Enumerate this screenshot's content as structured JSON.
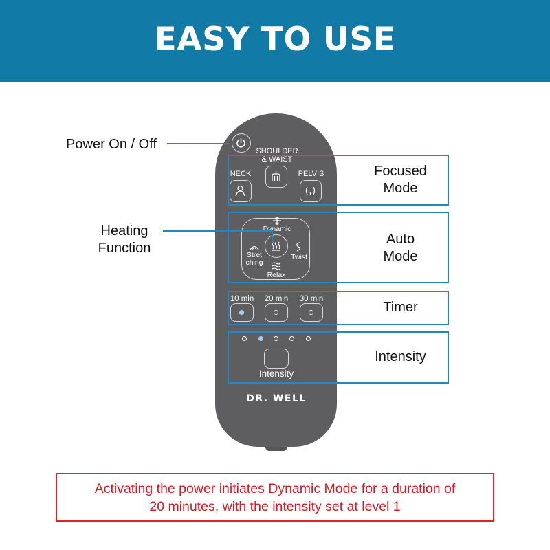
{
  "banner": {
    "title": "EASY TO USE"
  },
  "callouts": {
    "power": "Power On / Off",
    "heating_line1": "Heating",
    "heating_line2": "Function",
    "focused_line1": "Focused",
    "focused_line2": "Mode",
    "auto_line1": "Auto",
    "auto_line2": "Mode",
    "timer": "Timer",
    "intensity": "Intensity"
  },
  "remote": {
    "focused": {
      "shoulder_line1": "SHOULDER",
      "shoulder_line2": "& WAIST",
      "neck": "NECK",
      "pelvis": "PELVIS"
    },
    "auto": {
      "dynamic": "Dynamic",
      "stretching_line1": "Stret",
      "stretching_line2": "ching",
      "twist": "Twist",
      "relax": "Relax"
    },
    "timer": {
      "options": [
        "10 min",
        "20 min",
        "30 min"
      ],
      "selected": "10 min"
    },
    "intensity": {
      "label": "Intensity",
      "levels": 5,
      "current_level": 2
    },
    "brand": "DR. WELL"
  },
  "note": {
    "line1": "Activating the power initiates Dynamic Mode for a duration of",
    "line2": "20 minutes, with the intensity set at level 1"
  },
  "colors": {
    "banner": "#117aa7",
    "accent_line": "#2a86b8",
    "remote_body": "#5e5e60",
    "note_red": "#d71920",
    "active_dot": "#9fd0f2"
  },
  "icons": [
    "power-icon",
    "shoulder-waist-icon",
    "neck-icon",
    "pelvis-icon",
    "dynamic-icon",
    "heating-icon",
    "stretching-icon",
    "twist-icon",
    "relax-icon"
  ]
}
